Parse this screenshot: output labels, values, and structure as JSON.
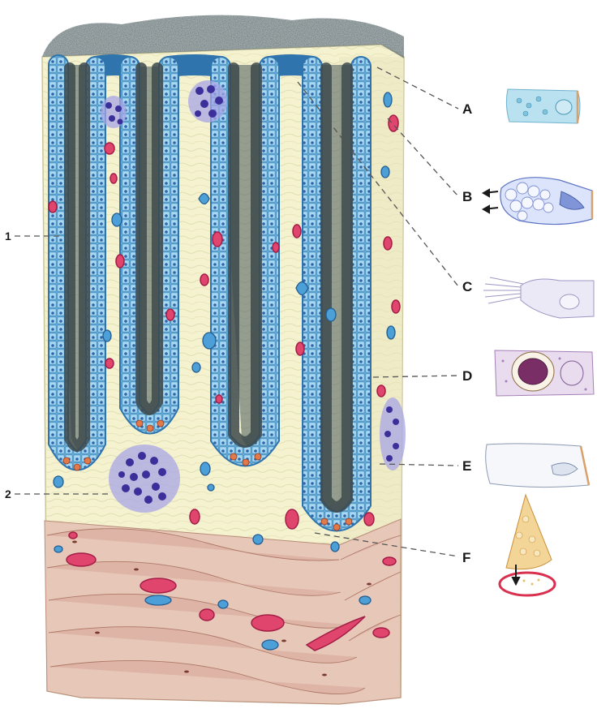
{
  "figure": {
    "side_numbers": [
      {
        "id": "1",
        "text": "1"
      },
      {
        "id": "2",
        "text": "2"
      }
    ],
    "cell_labels": [
      {
        "id": "A",
        "text": "A"
      },
      {
        "id": "B",
        "text": "B"
      },
      {
        "id": "C",
        "text": "C"
      },
      {
        "id": "D",
        "text": "D"
      },
      {
        "id": "E",
        "text": "E"
      },
      {
        "id": "F",
        "text": "F"
      }
    ],
    "colors": {
      "lamina_propria": "#f4f2cf",
      "epithelium": "#6fb6de",
      "lumen_stain": "#3e4a4c",
      "muscle": "#dcb2a4",
      "rbc": "#e0456e",
      "lymphoid": "#4a3fa8"
    }
  }
}
